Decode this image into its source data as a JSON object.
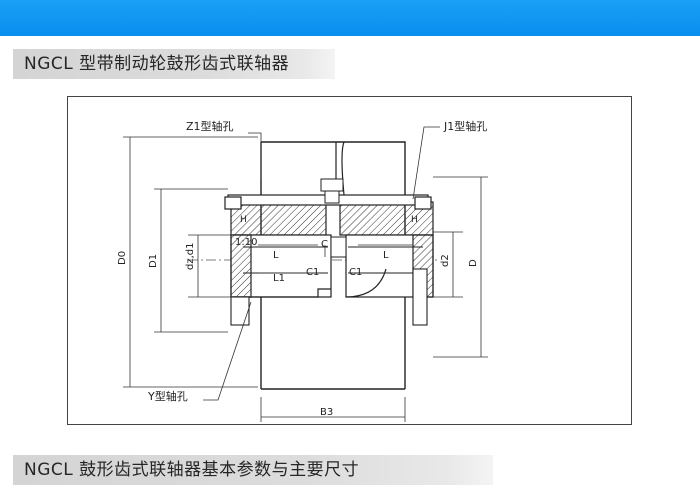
{
  "headers": {
    "title": "NGCL 型带制动轮鼓形齿式联轴器",
    "subtitle": "NGCL 鼓形齿式联轴器基本参数与主要尺寸"
  },
  "diagram": {
    "z1_bore": "Z1型轴孔",
    "j1_bore": "J1型轴孔",
    "y_bore": "Y型轴孔",
    "taper": "1:10",
    "dim_d0": "D0",
    "dim_d1": "D1",
    "dim_dz_d1": "dz,d1",
    "dim_d2": "d2",
    "dim_l_upper_left": "L",
    "dim_l_upper_right": "L",
    "dim_l_lower": "L1",
    "dim_c": "C",
    "dim_c1_left": "C1",
    "dim_c1_right": "C1",
    "dim_h_left": "H",
    "dim_h_right": "H",
    "dim_big_d": "D",
    "dim_b3": "B3"
  }
}
